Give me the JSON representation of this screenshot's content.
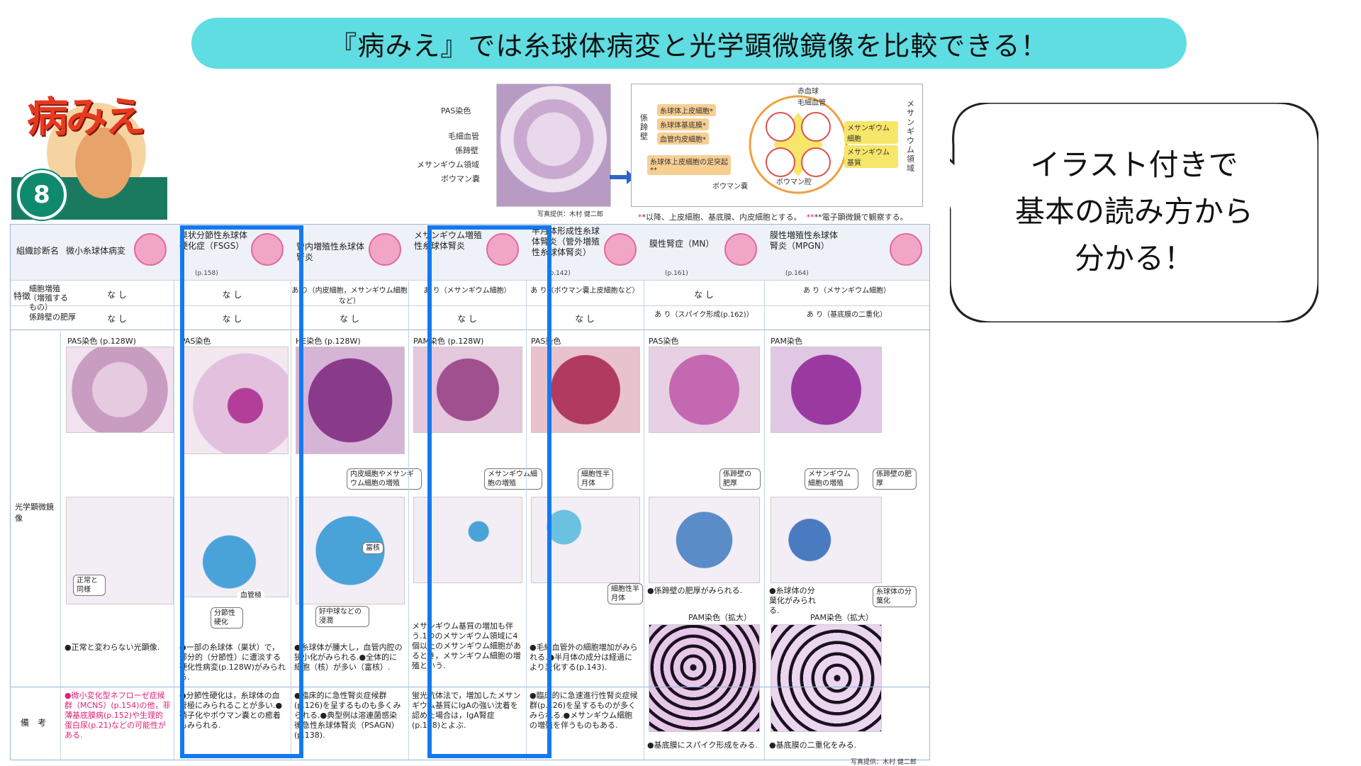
{
  "banner": {
    "text": "『病みえ』では糸球体病変と光学顕微鏡像を比較できる！"
  },
  "logo": {
    "title": "病みえ",
    "volume": "8"
  },
  "top_diagram": {
    "stain": "PAS染色",
    "labels": [
      "毛細血管",
      "係蹄壁",
      "メサンギウム領域",
      "ボウマン嚢"
    ],
    "photo_credit": "写真提供：木村 健二郎",
    "schema": {
      "side_label": "係蹄壁",
      "right_label": "メサンギウム領域",
      "items": [
        "糸球体上皮細胞*",
        "糸球体基底膜*",
        "血管内皮細胞*",
        "糸球体上皮細胞の足突起**"
      ],
      "callouts": [
        "赤血球",
        "毛細血管",
        "メサンギウム細胞",
        "メサンギウム基質",
        "ボウマン嚢",
        "ボウマン腔"
      ]
    },
    "footnote_a": "*以降、上皮細胞、基底膜、内皮細胞とする。",
    "footnote_b": "**電子顕微鏡で観察する。"
  },
  "bubble": {
    "lines": [
      "イラスト付きで",
      "基本の読み方から",
      "分かる！"
    ]
  },
  "table": {
    "row_labels": {
      "diagnosis": "組織診断名",
      "feature": "特徴",
      "cell_prolif": "細胞増殖（増殖するもの）",
      "wall": "係蹄壁の肥厚",
      "micro": "光学顕微鏡像",
      "remarks": "備　考"
    },
    "columns": [
      {
        "name": "微小糸球体病変",
        "page": "",
        "prolif": "な し",
        "wall": "な し",
        "stain": "PAS染色 (p.128W)",
        "callouts": [
          "正常と同様"
        ],
        "note": "●正常と変わらない光顕像.",
        "remarks": "●微小変化型ネフローゼ症候群（MCNS）(p.154)の他，菲薄基底膜病(p.152)や生理的蛋白尿(p.21)などの可能性がある."
      },
      {
        "name": "巣状分節性糸球体硬化症（FSGS）",
        "page": "(p.158)",
        "prolif": "な し",
        "wall": "な し",
        "stain": "PAS染色",
        "callouts": [
          "血管極",
          "分節性硬化"
        ],
        "note": "●一部の糸球体（巣状）で，部分的（分節性）に遭淡する硬化性病変(p.128W)がみられる.",
        "remarks": "●分節性硬化は，糸球体の血管極にみられることが多い.●硝子化やボウマン嚢との癒着もみられる."
      },
      {
        "name": "管内増殖性糸球体腎炎",
        "page": "",
        "prolif": "あ り（内皮細胞，メサンギウム細胞など）",
        "wall": "な し",
        "stain": "HE染色 (p.128W)",
        "callouts": [
          "内皮細胞やメサンギウム細胞の増殖",
          "富核",
          "好中球などの浸潤"
        ],
        "note": "●糸球体が腫大し，血管内腔の狭小化がみられる.●全体的に細胞（核）が多い（富核）.",
        "remarks": "●臨床的に急性腎炎症候群(p.126)を呈するものも多くみられる.●典型例は溶連菌感染後急性糸球体腎炎（PSAGN）(p.138)."
      },
      {
        "name": "メサンギウム増殖性糸球体腎炎",
        "page": "",
        "prolif": "あ り（メサンギウム細胞）",
        "wall": "な し",
        "stain": "PAM染色 (p.128W)",
        "callouts": [
          "メサンギウム細胞の増殖"
        ],
        "note": "メサンギウム基質の増加も伴う.1つのメサンギウム領域に4個以上のメサンギウム細胞があるとき，メサンギウム細胞の増殖という.",
        "remarks": "蛍光抗体法で，増加したメサンギウム基質にIgAの強い沈着を認めた場合は，IgA腎症(p.148)とよぶ."
      },
      {
        "name": "半月体形成性糸球体腎炎（管外増殖性糸球体腎炎）",
        "page": "(p.142)",
        "prolif": "あ り（ボウマン嚢上皮細胞など）",
        "wall": "な し",
        "stain": "PAS染色",
        "callouts": [
          "細胞性半月体",
          "細胞性半月体"
        ],
        "note": "●毛細血管外の細胞増加がみられる.●半月体の成分は経過により変化する(p.143).",
        "remarks": "●臨床的に急速進行性腎炎症候群(p.126)を呈するものが多くみられる.●メサンギウム細胞の増殖を伴うものもある."
      },
      {
        "name": "膜性腎症（MN）",
        "page": "(p.161)",
        "prolif": "な し",
        "wall": "あ り（スパイク形成(p.162)）",
        "stain": "PAS染色",
        "callouts": [
          "係蹄壁の肥厚"
        ],
        "note": "●係蹄壁の肥厚がみられる.",
        "stain2": "PAM染色（拡大）",
        "remarks": "●基底膜にスパイク形成をみる."
      },
      {
        "name": "膜性増殖性糸球体腎炎（MPGN）",
        "page": "(p.164)",
        "prolif": "あ り（メサンギウム細胞）",
        "wall": "あ り（基底膜の二重化）",
        "stain": "PAM染色",
        "callouts": [
          "メサンギウム細胞の増殖",
          "係蹄壁の肥厚",
          "糸球体の分葉化"
        ],
        "note": "●糸球体の分葉化がみられる.",
        "stain2": "PAM染色（拡大）",
        "remarks": "●基底膜の二重化をみる."
      }
    ],
    "credit": "写真提供：木村 健二郎"
  }
}
